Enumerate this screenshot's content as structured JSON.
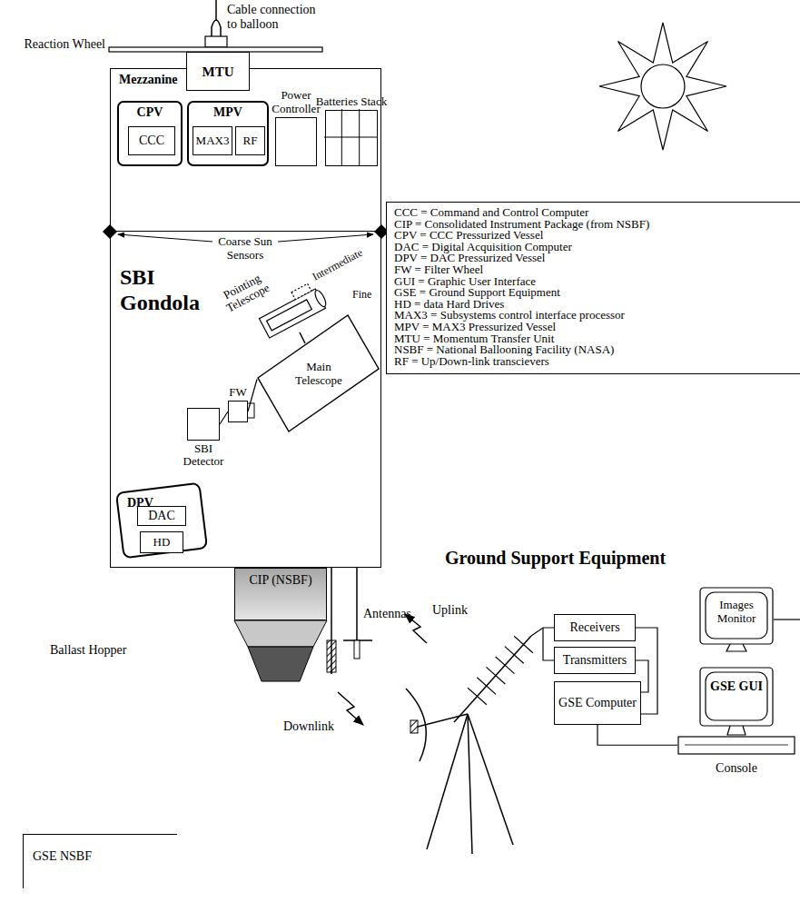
{
  "diagram": {
    "nodes": [
      {
        "text": [
          "MTU"
        ]
      },
      {
        "text": [
          "Mezzanine"
        ]
      },
      {
        "text": [
          "CPV"
        ],
        "in": 1
      },
      {
        "text": [
          "CCC"
        ],
        "in": 2
      },
      {
        "text": [
          "MPV"
        ],
        "in": 1
      },
      {
        "text": [
          "MAX3"
        ],
        "in": 4
      },
      {
        "text": [
          "RF"
        ],
        "in": 4
      },
      {
        "text": [
          "Power Controller"
        ],
        "in": 1
      },
      {
        "text": [
          "Batteries Stack"
        ],
        "in": 1
      },
      {
        "text": [
          "SBI Gondola"
        ]
      },
      {
        "text": [
          "Main Telescope"
        ],
        "in": 9
      },
      {
        "text": [
          "FW"
        ],
        "in": 9
      },
      {
        "text": [
          "SBI Detector"
        ],
        "in": 9
      },
      {
        "text": [
          "DPV"
        ],
        "in": 9
      },
      {
        "text": [
          "DAC"
        ],
        "in": 13
      },
      {
        "text": [
          "HD"
        ],
        "in": 13
      },
      {
        "text": [
          "CIP (NSBF)"
        ]
      },
      {
        "text": [
          "CCC = Command and Control Computer",
          "CIP = Consolidated Instrument Package (from NSBF)",
          "CPV = CCC Pressurized Vessel",
          "DAC = Digital Acquisition Computer",
          "DPV = DAC Pressurized Vessel",
          "FW = Filter Wheel",
          "GUI = Graphic User Interface",
          "GSE = Ground Support Equipment",
          "HD = data Hard Drives",
          "MAX3 = Subsystems control interface processor",
          "MPV = MAX3 Pressurized Vessel",
          "MTU = Momentum Transfer Unit",
          "NSBF = National Ballooning Facility (NASA)",
          "RF = Up/Down-link transcievers"
        ]
      },
      {
        "text": [
          "Receivers"
        ]
      },
      {
        "text": [
          "Transmitters"
        ]
      },
      {
        "text": [
          "GSE Computer"
        ]
      },
      {
        "text": [
          "Images Monitor"
        ]
      },
      {
        "text": [
          "GSE GUI"
        ]
      },
      {
        "text": [
          "GSE NSBF"
        ]
      }
    ],
    "edges": [
      {
        "from": 11,
        "to": 10,
        "arrow": "none"
      },
      {
        "from": 12,
        "to": 11,
        "arrow": "none"
      },
      {
        "from": 18,
        "to": 20,
        "arrow": "none"
      },
      {
        "from": 19,
        "to": 20,
        "arrow": "none"
      },
      {
        "from": 20,
        "to": 22,
        "arrow": "none"
      }
    ],
    "labels": [
      "Cable connection to balloon",
      "Reaction Wheel",
      "Coarse Sun Sensors",
      "Pointing Telescope",
      "Intermediate",
      "Fine",
      "Ballast Hopper",
      "Antennas",
      "Uplink",
      "Downlink",
      "Ground Support Equipment",
      "Console"
    ]
  }
}
